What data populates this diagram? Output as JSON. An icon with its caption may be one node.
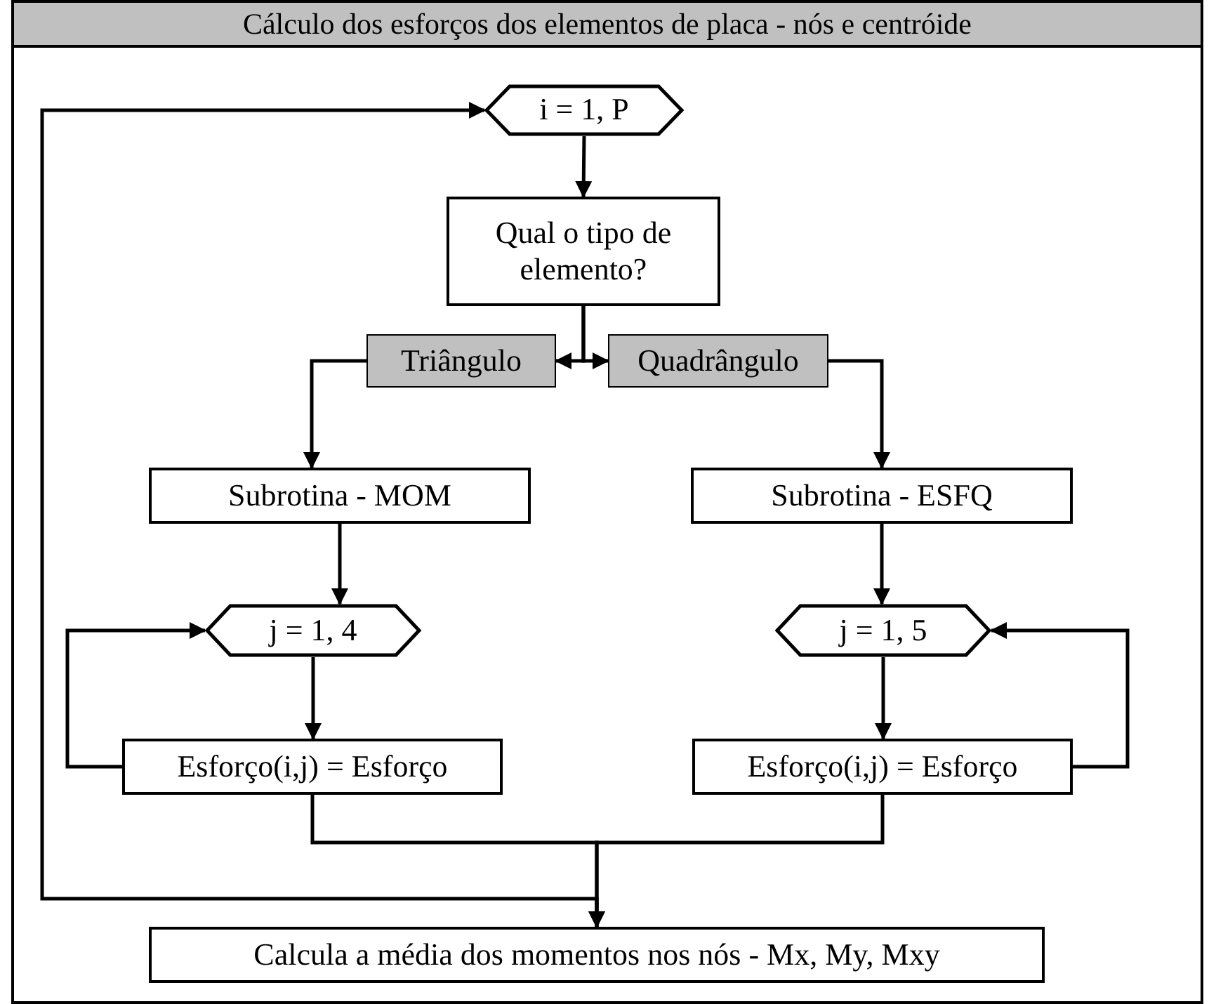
{
  "diagram": {
    "title": "Cálculo dos esforços dos elementos de placa - nós e centróide",
    "nodes": [
      {
        "text": [
          "i = 1, P"
        ]
      },
      {
        "text": [
          "Qual o tipo de elemento?"
        ]
      },
      {
        "text": [
          "Triângulo"
        ]
      },
      {
        "text": [
          "Quadrângulo"
        ]
      },
      {
        "text": [
          "Subrotina - MOM"
        ]
      },
      {
        "text": [
          "Subrotina - ESFQ"
        ]
      },
      {
        "text": [
          "j = 1, 4"
        ]
      },
      {
        "text": [
          "Esforço(i,j) = Esforço"
        ]
      },
      {
        "text": [
          "j = 1, 5"
        ]
      },
      {
        "text": [
          "Esforço(i,j) = Esforço"
        ]
      },
      {
        "text": [
          "Calcula a média dos momentos nos nós - Mx, My, Mxy"
        ]
      }
    ],
    "edges": [
      {
        "from": 0,
        "to": 1,
        "arrow": "to"
      },
      {
        "from": 1,
        "to": 2,
        "arrow": "to"
      },
      {
        "from": 1,
        "to": 3,
        "arrow": "to"
      },
      {
        "from": 2,
        "to": 4,
        "arrow": "to"
      },
      {
        "from": 3,
        "to": 5,
        "arrow": "to"
      },
      {
        "from": 4,
        "to": 6,
        "arrow": "to"
      },
      {
        "from": 6,
        "to": 7,
        "arrow": "to"
      },
      {
        "from": 7,
        "to": 6,
        "arrow": "to"
      },
      {
        "from": 5,
        "to": 8,
        "arrow": "to"
      },
      {
        "from": 8,
        "to": 9,
        "arrow": "to"
      },
      {
        "from": 9,
        "to": 8,
        "arrow": "to"
      },
      {
        "from": 7,
        "to": 10,
        "arrow": "to"
      },
      {
        "from": 9,
        "to": 10,
        "arrow": "to"
      },
      {
        "from": 10,
        "to": 0,
        "arrow": "to"
      }
    ]
  }
}
